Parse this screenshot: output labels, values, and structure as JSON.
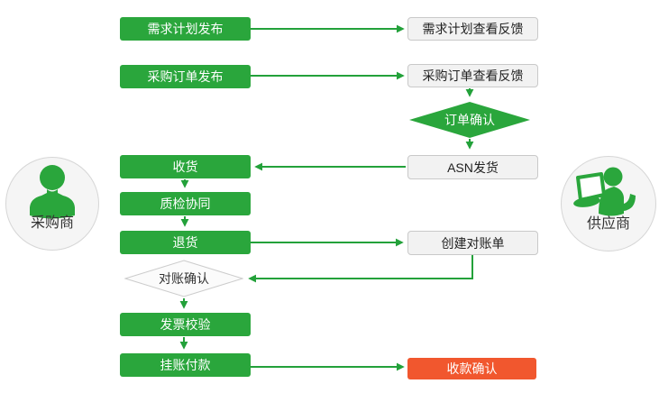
{
  "diagram": {
    "type": "flowchart",
    "description": "Procurement collaboration process between buyer and supplier"
  },
  "actors": {
    "buyer": {
      "label": "采购商",
      "icon": "person-icon"
    },
    "supplier": {
      "label": "供应商",
      "icon": "person-laptop-icon"
    }
  },
  "nodes": {
    "demand_plan_release": {
      "label": "需求计划发布",
      "style": "green-process"
    },
    "demand_plan_feedback": {
      "label": "需求计划查看反馈",
      "style": "plain-process"
    },
    "po_release": {
      "label": "采购订单发布",
      "style": "green-process"
    },
    "po_feedback": {
      "label": "采购订单查看反馈",
      "style": "plain-process"
    },
    "order_confirm": {
      "label": "订单确认",
      "style": "green-decision"
    },
    "asn_ship": {
      "label": "ASN发货",
      "style": "plain-process"
    },
    "receive": {
      "label": "收货",
      "style": "green-process"
    },
    "quality_collab": {
      "label": "质检协同",
      "style": "green-process"
    },
    "return_goods": {
      "label": "退货",
      "style": "green-process"
    },
    "create_statement": {
      "label": "创建对账单",
      "style": "plain-process"
    },
    "statement_confirm": {
      "label": "对账确认",
      "style": "plain-decision"
    },
    "invoice_check": {
      "label": "发票校验",
      "style": "green-process"
    },
    "booked_payment": {
      "label": "挂账付款",
      "style": "green-process"
    },
    "receipt_confirm": {
      "label": "收款确认",
      "style": "red-process"
    }
  },
  "colors": {
    "process_green": "#2AA63C",
    "arrow_green": "#23A13A",
    "highlight_red": "#F1572E",
    "neutral_fill": "#F2F2F2",
    "neutral_border": "#C9C9C9"
  }
}
